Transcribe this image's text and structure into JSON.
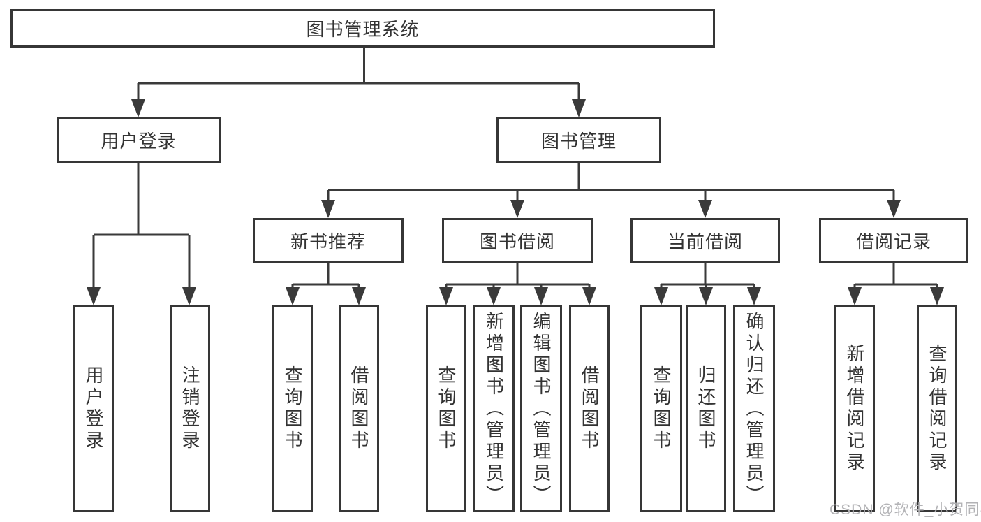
{
  "root": {
    "label": "图书管理系统"
  },
  "level1": [
    {
      "label": "用户登录"
    },
    {
      "label": "图书管理"
    }
  ],
  "level2": [
    {
      "label": "新书推荐",
      "parent": "图书管理"
    },
    {
      "label": "图书借阅",
      "parent": "图书管理"
    },
    {
      "label": "当前借阅",
      "parent": "图书管理"
    },
    {
      "label": "借阅记录",
      "parent": "图书管理"
    }
  ],
  "leaves": [
    {
      "label": "用户登录",
      "parent": "用户登录"
    },
    {
      "label": "注销登录",
      "parent": "用户登录"
    },
    {
      "label": "查询图书",
      "parent": "新书推荐"
    },
    {
      "label": "借阅图书",
      "parent": "新书推荐"
    },
    {
      "label": "查询图书",
      "parent": "图书借阅"
    },
    {
      "label": "新增图书（管理员）",
      "parent": "图书借阅"
    },
    {
      "label": "编辑图书（管理员）",
      "parent": "图书借阅"
    },
    {
      "label": "借阅图书",
      "parent": "图书借阅"
    },
    {
      "label": "查询图书",
      "parent": "当前借阅"
    },
    {
      "label": "归还图书",
      "parent": "当前借阅"
    },
    {
      "label": "确认归还（管理员）",
      "parent": "当前借阅"
    },
    {
      "label": "新增借阅记录",
      "parent": "借阅记录"
    },
    {
      "label": "查询借阅记录",
      "parent": "借阅记录"
    }
  ],
  "watermark": "CSDN @软件_小贺同学",
  "colors": {
    "line": "#3a3a3a",
    "box_border": "#363636",
    "text": "#333333",
    "watermark": "#b3b3b6",
    "background": "#ffffff"
  }
}
